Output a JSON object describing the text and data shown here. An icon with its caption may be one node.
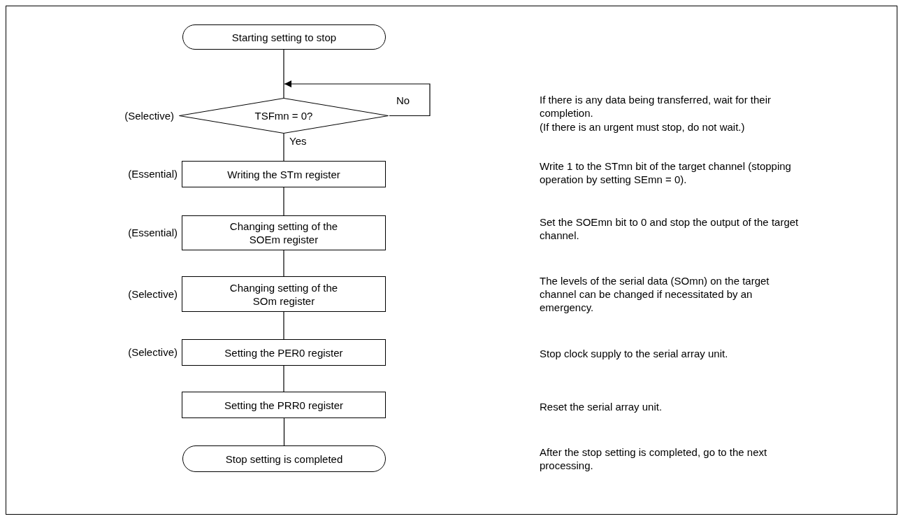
{
  "diagram": {
    "nodes": [
      {
        "text": [
          "Starting setting to stop"
        ]
      },
      {
        "text": [
          "TSFmn = 0?"
        ],
        "beside": [
          "(Selective)"
        ]
      },
      {
        "text": [
          "Writing the STm register"
        ],
        "beside": [
          "(Essential)"
        ]
      },
      {
        "text": [
          "Changing setting of the SOEm register"
        ],
        "beside": [
          "(Essential)"
        ]
      },
      {
        "text": [
          "Changing setting of the SOm register"
        ],
        "beside": [
          "(Selective)"
        ]
      },
      {
        "text": [
          "Setting the PER0 register"
        ],
        "beside": [
          "(Selective)"
        ]
      },
      {
        "text": [
          "Setting the PRR0 register"
        ]
      },
      {
        "text": [
          "Stop setting is completed"
        ]
      }
    ],
    "edges": [
      {
        "from": 0,
        "to": 1,
        "arrow": "none"
      },
      {
        "from": 1,
        "to": 1,
        "arrow": "to",
        "label": "No"
      },
      {
        "from": 1,
        "to": 2,
        "arrow": "none",
        "label": "Yes"
      },
      {
        "from": 2,
        "to": 3,
        "arrow": "none"
      },
      {
        "from": 3,
        "to": 4,
        "arrow": "none"
      },
      {
        "from": 4,
        "to": 5,
        "arrow": "none"
      },
      {
        "from": 5,
        "to": 6,
        "arrow": "none"
      },
      {
        "from": 6,
        "to": 7,
        "arrow": "none"
      }
    ],
    "labels": [
      "If there is any data being transferred, wait for their completion.",
      "(If there is an urgent must stop, do not wait.)",
      "Write 1 to the STmn bit of the target channel (stopping operation by setting SEmn = 0).",
      "Set the SOEmn bit to 0 and stop the output of the target channel.",
      "The levels of the serial data (SOmn) on the target channel can be changed if necessitated by an emergency.",
      "Stop clock supply to the serial array unit.",
      "Reset the serial array unit.",
      "After the stop setting is completed, go to the next processing."
    ]
  }
}
